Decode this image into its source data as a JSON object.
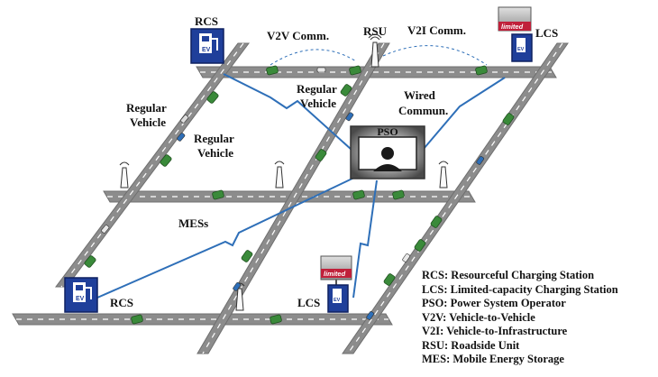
{
  "labels": {
    "rcs_top": "RCS",
    "rcs_bottom": "RCS",
    "lcs_top": "LCS",
    "lcs_bottom": "LCS",
    "rsu": "RSU",
    "pso": "PSO",
    "v2v": "V2V Comm.",
    "v2i": "V2I Comm.",
    "wired_line1": "Wired",
    "wired_line2": "Commun.",
    "regular_vehicle_1a": "Regular",
    "regular_vehicle_1b": "Vehicle",
    "regular_vehicle_2a": "Regular",
    "regular_vehicle_2b": "Vehicle",
    "regular_vehicle_3a": "Regular",
    "regular_vehicle_3b": "Vehicle",
    "mess": "MESs",
    "limited": "limited",
    "ev": "EV"
  },
  "legend": [
    "RCS: Resourceful Charging Station",
    "LCS: Limited-capacity Charging Station",
    "PSO: Power System Operator",
    "V2V: Vehicle-to-Vehicle",
    "V2I: Vehicle-to-Infrastructure",
    "RSU: Roadside Unit",
    "MES: Mobile Energy Storage"
  ],
  "colors": {
    "road": "#8c8c8c",
    "road_edge": "#6f6f6f",
    "lane_dash": "#ffffff",
    "link": "#2e6fb8",
    "sign_blue": "#1f3f9a",
    "mes_green": "#3a8a3a",
    "limited_red": "#c0203a"
  }
}
